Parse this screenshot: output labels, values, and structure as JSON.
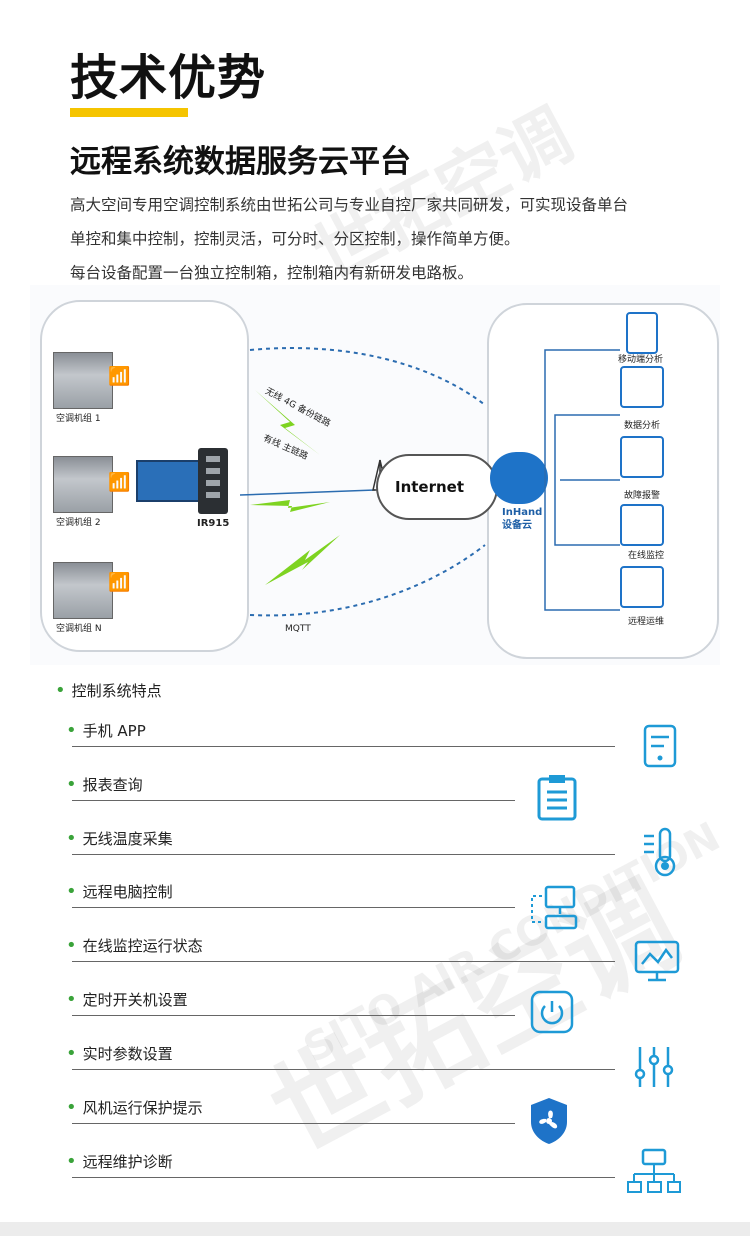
{
  "header": {
    "title": "技术优势",
    "subtitle": "远程系统数据服务云平台"
  },
  "intro": {
    "line1": "高大空间专用空调控制系统由世拓公司与专业自控厂家共同研发，可实现设备单台",
    "line2": "单控和集中控制，控制灵活，可分时、分区控制，操作简单方便。",
    "line3": "每台设备配置一台独立控制箱，控制箱内有新研发电路板。"
  },
  "diagram": {
    "units": [
      "空调机组 1",
      "空调机组 2",
      "空调机组 N"
    ],
    "device_label": "IR915",
    "link_wireless": "无线 4G 备份链路",
    "link_wired": "有线 主链路",
    "mqtt": "MQTT",
    "internet": "Internet",
    "cloud_name": "InHand",
    "cloud_sub": "设备云",
    "services": [
      "移动端分析",
      "数据分析",
      "故障报警",
      "在线监控",
      "远程运维"
    ]
  },
  "features": {
    "title": "控制系统特点",
    "items": [
      "手机 APP",
      "报表查询",
      "无线温度采集",
      "远程电脑控制",
      "在线监控运行状态",
      "定时开关机设置",
      "实时参数设置",
      "风机运行保护提示",
      "远程维护诊断"
    ]
  },
  "watermark": {
    "brand": "世拓空调",
    "text": "SITO AIR CONDITION"
  },
  "colors": {
    "accent_yellow": "#f5c400",
    "brand_blue": "#1e73c8",
    "bullet_green": "#3aa33a"
  }
}
